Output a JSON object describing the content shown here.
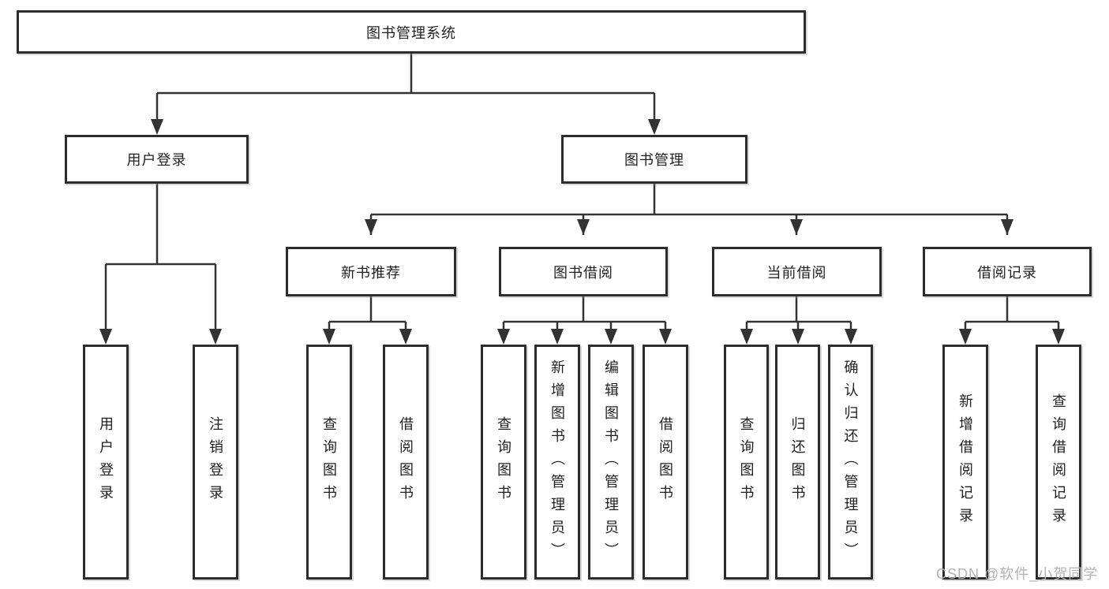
{
  "diagram": {
    "tree": {
      "root": {
        "label": "图书管理系统",
        "children": [
          {
            "label": "用户登录",
            "children": [
              {
                "label": "用户登录"
              },
              {
                "label": "注销登录"
              }
            ]
          },
          {
            "label": "图书管理",
            "children": [
              {
                "label": "新书推荐",
                "children": [
                  {
                    "label": "查询图书"
                  },
                  {
                    "label": "借阅图书"
                  }
                ]
              },
              {
                "label": "图书借阅",
                "children": [
                  {
                    "label": "查询图书"
                  },
                  {
                    "label": "新增图书（管理员）"
                  },
                  {
                    "label": "编辑图书（管理员）"
                  },
                  {
                    "label": "借阅图书"
                  }
                ]
              },
              {
                "label": "当前借阅",
                "children": [
                  {
                    "label": "查询图书"
                  },
                  {
                    "label": "归还图书"
                  },
                  {
                    "label": "确认归还（管理员）"
                  }
                ]
              },
              {
                "label": "借阅记录",
                "children": [
                  {
                    "label": "新增借阅记录"
                  },
                  {
                    "label": "查询借阅记录"
                  }
                ]
              }
            ]
          }
        ]
      }
    },
    "line_color": "#333333",
    "border_color": "#2d2d2d"
  },
  "watermark": "CSDN @软件_小贺同学"
}
